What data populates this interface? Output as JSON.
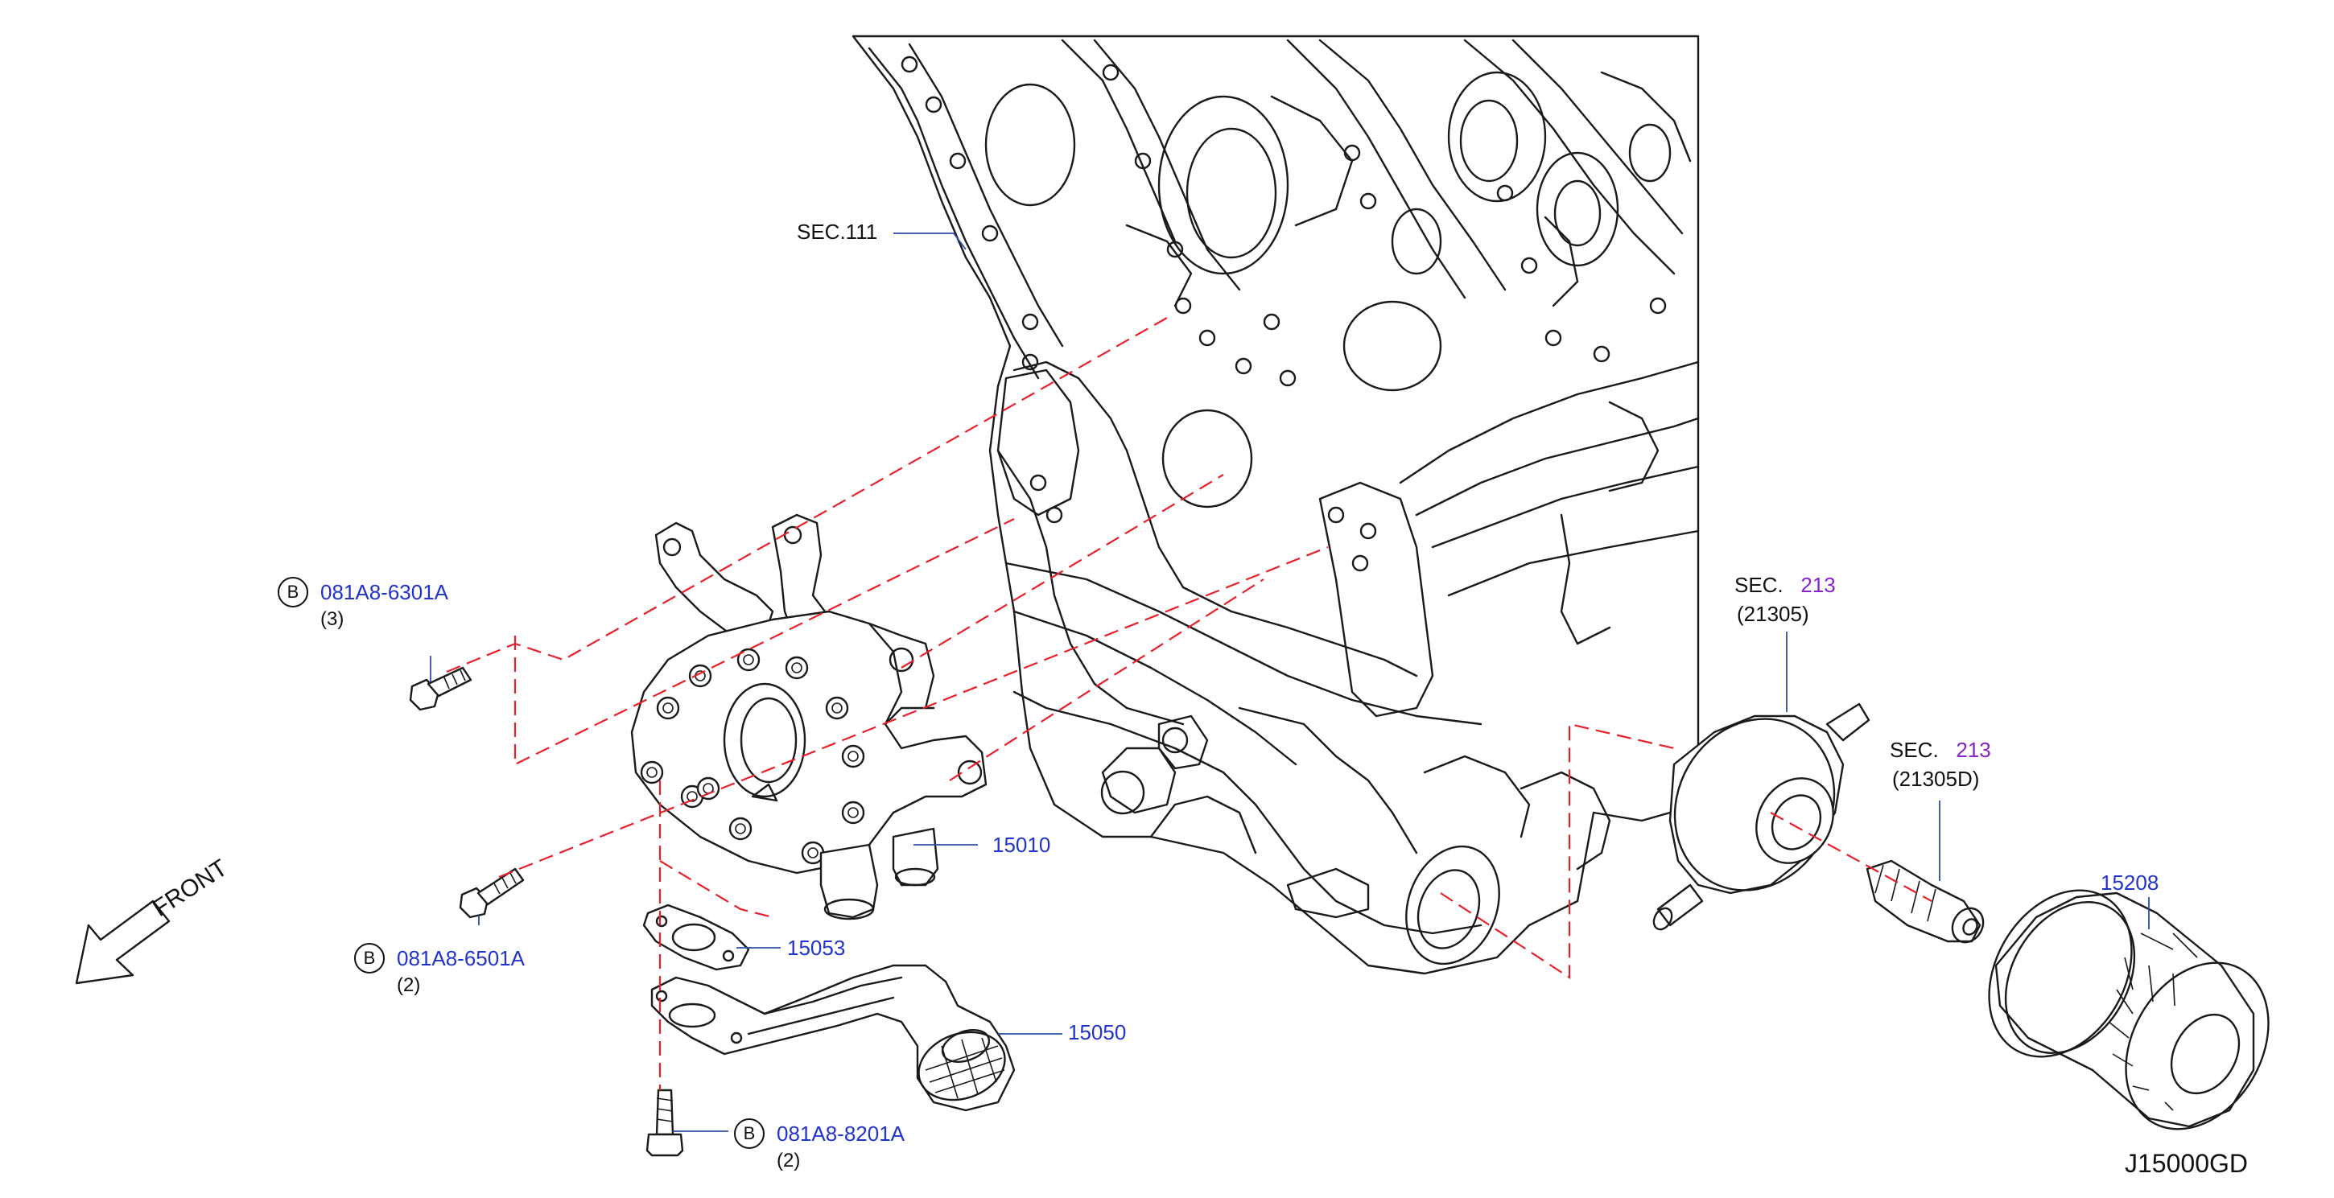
{
  "diagram": {
    "id": "J15000GD",
    "front_label": "FRONT",
    "colors": {
      "ink": "#1a1a1a",
      "dash": "#e8202a",
      "part_number": "#2233cc",
      "section_number": "#8822cc",
      "leader": "#2a4fa8"
    }
  },
  "labels": {
    "sec111": "SEC.111",
    "sec213a_prefix": "SEC.",
    "sec213a_num": "213",
    "sec213a_sub": "(21305)",
    "sec213b_prefix": "SEC.",
    "sec213b_num": "213",
    "sec213b_sub": "(21305D)"
  },
  "parts": {
    "p15010": "15010",
    "p15053": "15053",
    "p15050": "15050",
    "p15208": "15208"
  },
  "bolts": [
    {
      "marker": "B",
      "number": "081A8-6301A",
      "qty": "(3)"
    },
    {
      "marker": "B",
      "number": "081A8-6501A",
      "qty": "(2)"
    },
    {
      "marker": "B",
      "number": "081A8-8201A",
      "qty": "(2)"
    }
  ]
}
